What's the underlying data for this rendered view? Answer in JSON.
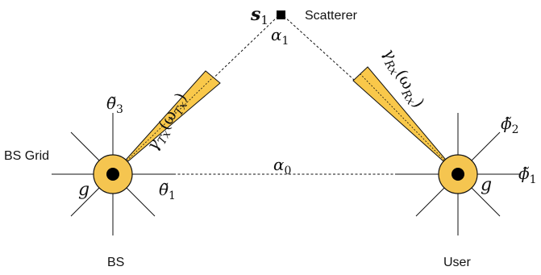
{
  "labels": {
    "s1": "s",
    "s1_sub": "1",
    "scatterer": "Scatterer",
    "alpha1": "α",
    "alpha1_sub": "1",
    "alpha0": "α",
    "alpha0_sub": "0",
    "bs_grid": "BS Grid",
    "theta3": "θ̃",
    "theta3_sub": "3",
    "theta1": "θ̃",
    "theta1_sub": "1",
    "phi2": "ϕ̃",
    "phi2_sub": "2",
    "phi1": "ϕ̃",
    "phi1_sub": "1",
    "g_bs": "g",
    "g_user": "g",
    "bs": "BS",
    "user": "User",
    "gamma_tx": "γ",
    "gamma_tx_sub": "Tx",
    "gamma_tx_arg": "(ω",
    "gamma_tx_arg_sub": "Tx",
    "gamma_tx_close": ")",
    "gamma_rx": "γ",
    "gamma_rx_sub": "Rx",
    "gamma_rx_arg": "(ω",
    "gamma_rx_arg_sub": "Rx",
    "gamma_rx_close": ")"
  },
  "colors": {
    "beam_fill": "#f9c84a",
    "node_fill": "#f5c550",
    "line": "#111111"
  }
}
